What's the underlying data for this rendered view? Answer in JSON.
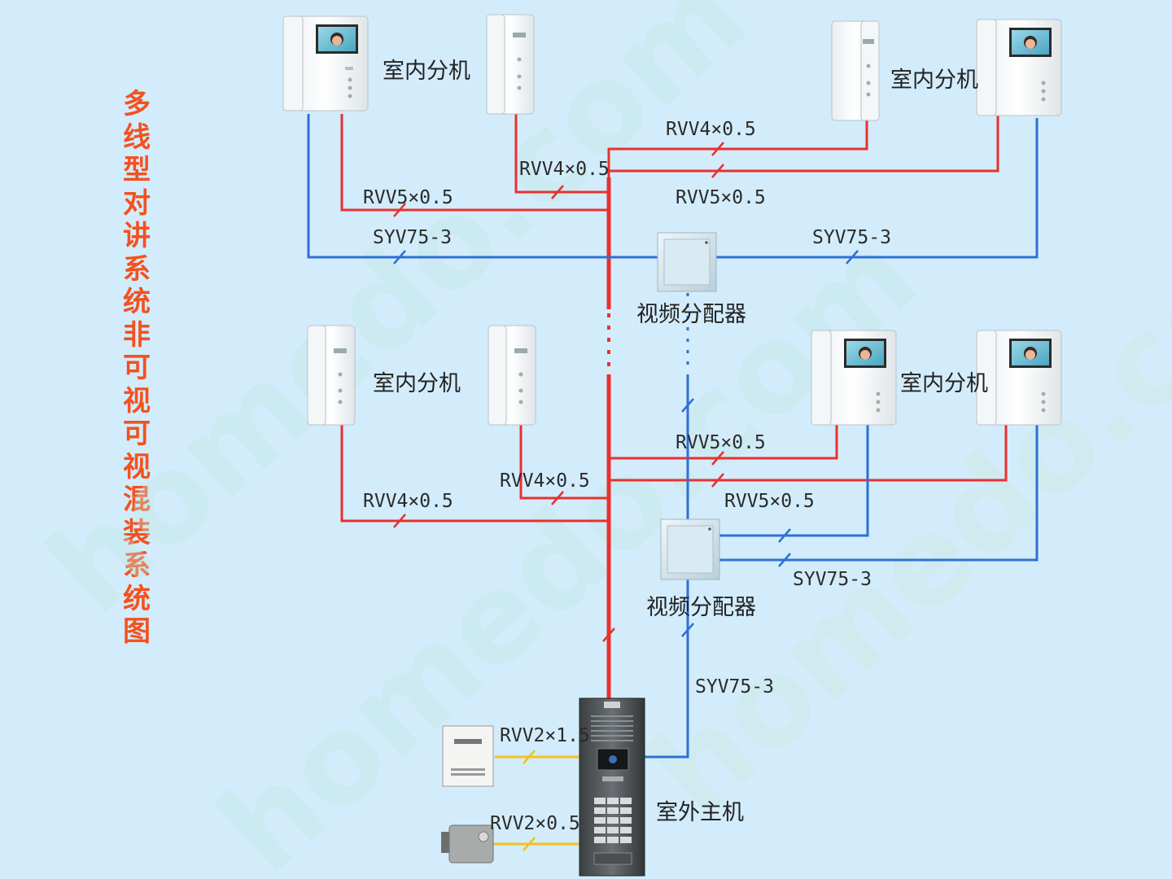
{
  "title": "多线型对讲系统非可视可视混装系统图",
  "watermark": "homedo.com",
  "colors": {
    "power": "#e8312f",
    "video": "#2f6fd6",
    "lock": "#f2c21b",
    "title": "#f4511e",
    "background": "#d3ecfb"
  },
  "devices": {
    "indoor_unit": "室内分机",
    "video_distributor": "视频分配器",
    "outdoor_main": "室外主机"
  },
  "cables": {
    "rvv4": "RVV4×0.5",
    "rvv5": "RVV5×0.5",
    "syv": "SYV75-3",
    "rvv2_15": "RVV2×1.5",
    "rvv2_05": "RVV2×0.5"
  }
}
